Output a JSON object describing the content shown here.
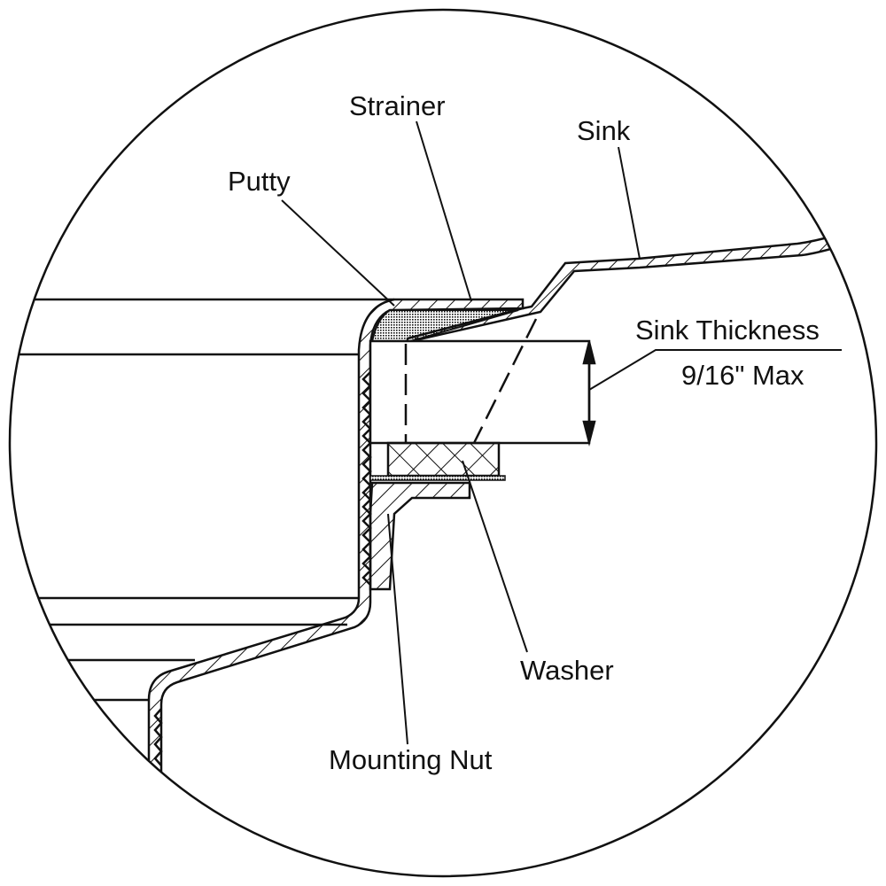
{
  "labels": {
    "strainer": "Strainer",
    "sink": "Sink",
    "putty": "Putty",
    "sink_thickness": "Sink Thickness",
    "sink_thickness_value": "9/16\" Max",
    "washer": "Washer",
    "mounting_nut": "Mounting Nut"
  },
  "colors": {
    "line": "#111111",
    "background": "#ffffff"
  }
}
